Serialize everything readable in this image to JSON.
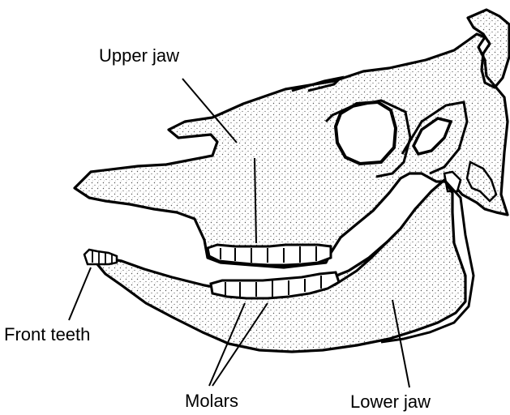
{
  "labels": {
    "upper_jaw": "Upper jaw",
    "front_teeth": "Front teeth",
    "molars": "Molars",
    "lower_jaw": "Lower jaw"
  },
  "colors": {
    "line": "#000000",
    "stipple": "#555555",
    "background": "#ffffff"
  }
}
